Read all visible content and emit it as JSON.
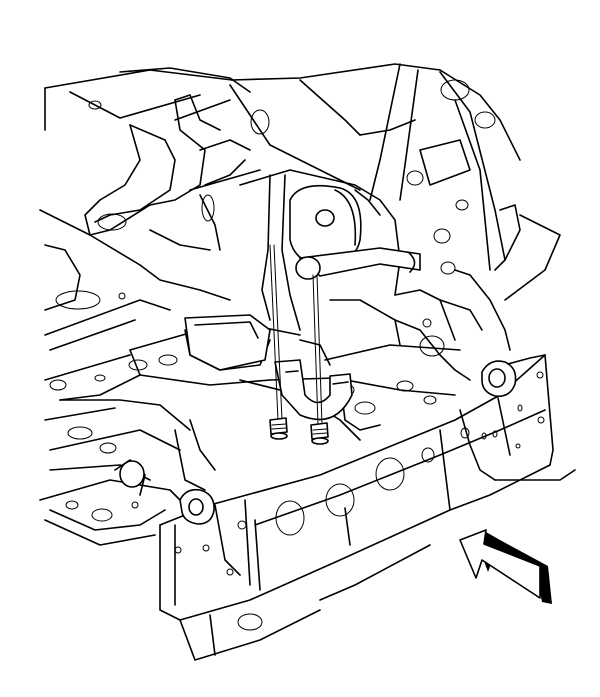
{
  "diagram": {
    "background": "#ffffff",
    "line_color": "#000000",
    "parts": [
      {
        "name": "front-frame-rail",
        "icon": "frame-rail-drawing"
      },
      {
        "name": "crossmember",
        "icon": "crossmember-drawing"
      },
      {
        "name": "frame-bracket",
        "icon": "bracket-drawing"
      },
      {
        "name": "frame-bushing-right",
        "icon": "bushing-drawing"
      },
      {
        "name": "frame-bushing-left",
        "icon": "bushing-drawing"
      },
      {
        "name": "stabilizer-shaft",
        "icon": "shaft-drawing"
      },
      {
        "name": "stabilizer-clamp",
        "icon": "clamp-drawing"
      },
      {
        "name": "clamp-bolt-left",
        "icon": "bolt-drawing"
      },
      {
        "name": "clamp-bolt-right",
        "icon": "bolt-drawing"
      },
      {
        "name": "front-direction-arrow",
        "icon": "arrow-icon"
      }
    ]
  }
}
